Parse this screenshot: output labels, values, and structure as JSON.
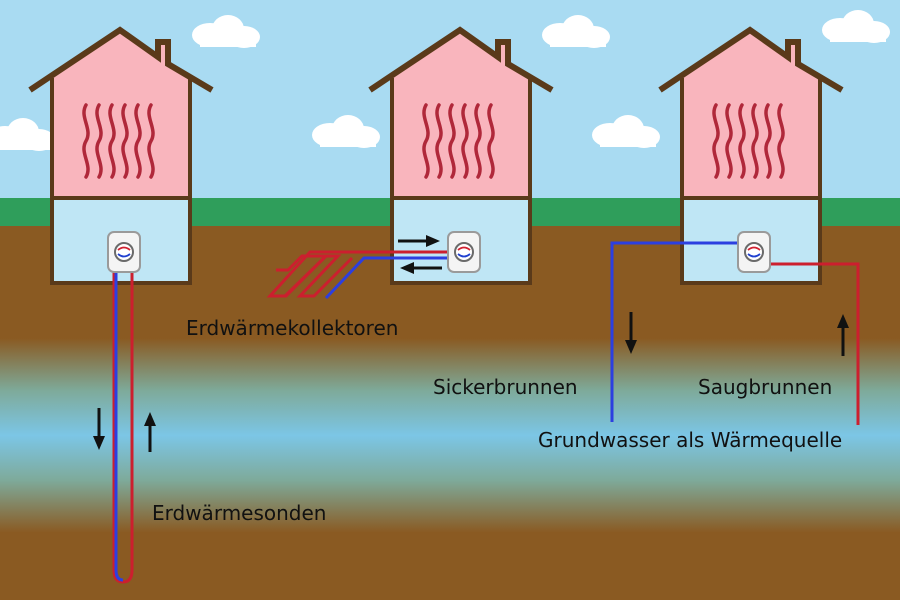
{
  "labels": {
    "collectors": "Erdwärmekollektoren",
    "probes": "Erdwärmesonden",
    "injection_well": "Sickerbrunnen",
    "suction_well": "Saugbrunnen",
    "groundwater": "Grundwasser als Wärmequelle"
  },
  "colors": {
    "sky": "#a9dbf2",
    "grass": "#2f9e5b",
    "soil": "#8a5a22",
    "groundwater_band": "#7cc6e6",
    "house_upper": "#f9b5bd",
    "house_lower": "#bfe6f5",
    "house_outline": "#5a3a1a",
    "heat_wave": "#b0283a",
    "warm_pipe": "#cc1f2e",
    "cold_pipe": "#2c3fe0",
    "arrow": "#111111"
  },
  "icons": [
    "house-icon",
    "heat-wave-icon",
    "heat-pump-unit-icon",
    "flow-arrow-icon",
    "cloud-icon"
  ]
}
